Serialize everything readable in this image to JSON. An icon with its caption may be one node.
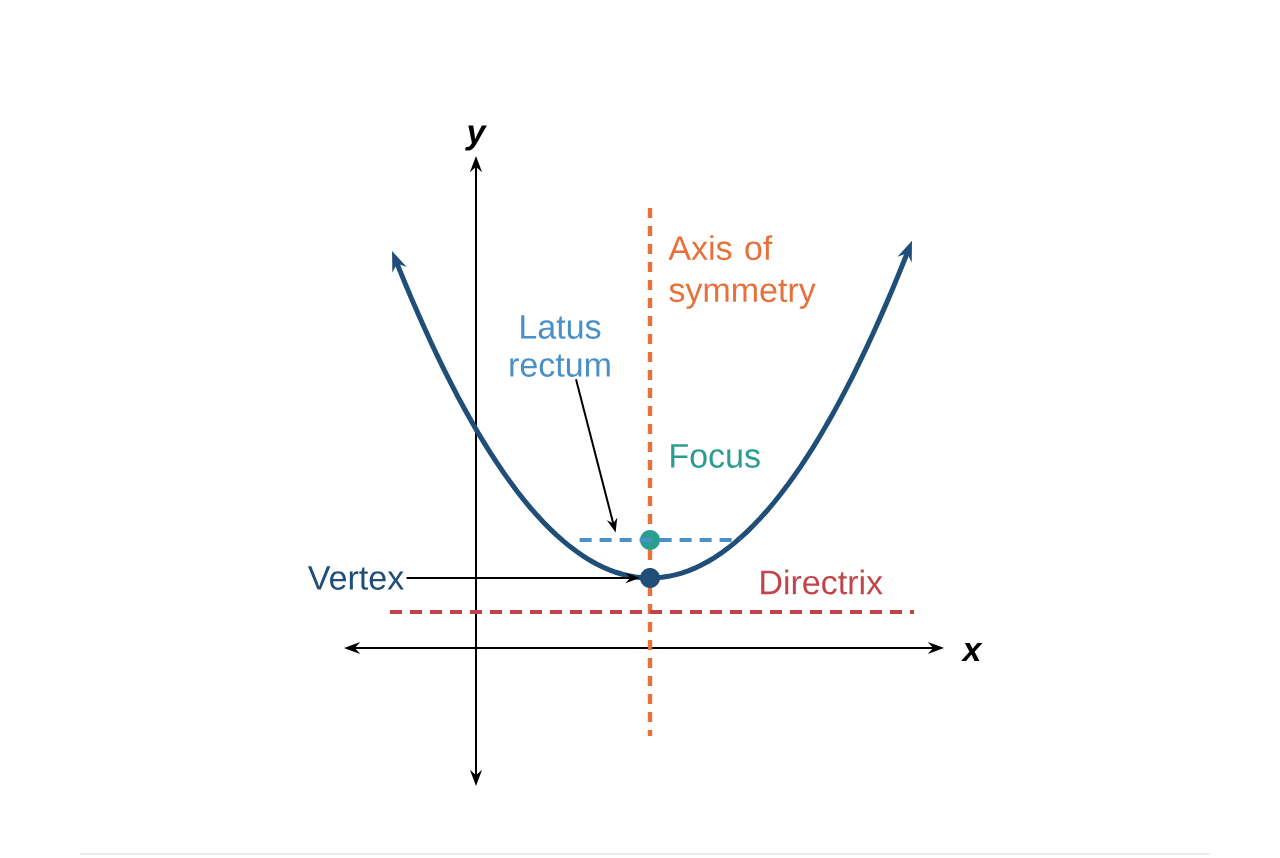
{
  "diagram": {
    "nodes": [
      {
        "text": [
          "Vertex"
        ]
      },
      {
        "text": [],
        "shape": "circle"
      },
      {
        "text": [
          "Latus rectum"
        ]
      },
      {
        "text": [],
        "shape": "line"
      }
    ],
    "edges": [
      {
        "from": 0,
        "to": 1,
        "arrow": "to"
      },
      {
        "from": 2,
        "to": 3,
        "arrow": "to"
      }
    ],
    "labels": [
      "y",
      "Axis of symmetry",
      "Focus",
      "Directrix",
      "x"
    ]
  }
}
